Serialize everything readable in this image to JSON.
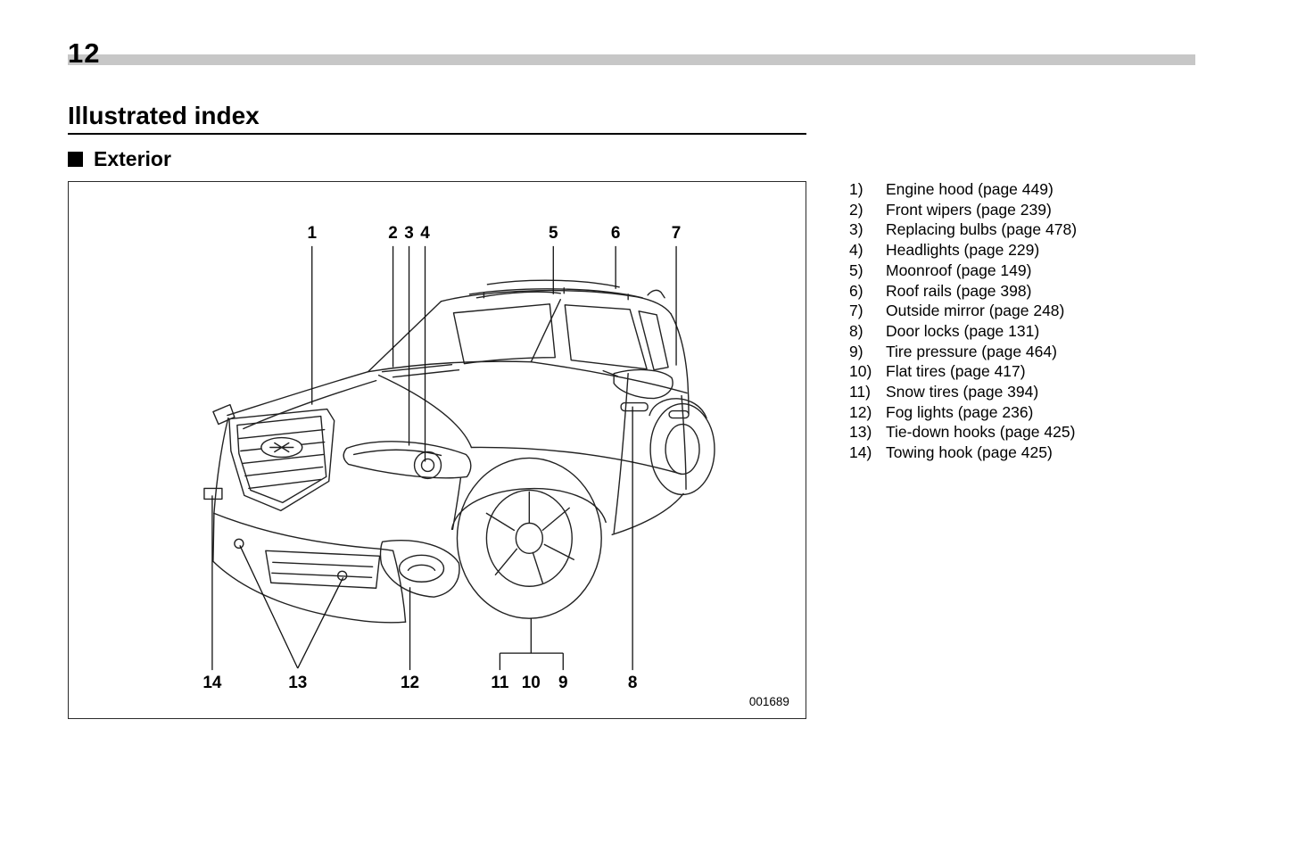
{
  "page": {
    "number": "12"
  },
  "headings": {
    "title": "Illustrated index",
    "section": "Exterior"
  },
  "figure": {
    "code": "001689",
    "callouts_top": [
      "1",
      "2",
      "3",
      "4",
      "5",
      "6",
      "7"
    ],
    "callouts_bottom": [
      "14",
      "13",
      "12",
      "11",
      "10",
      "9",
      "8"
    ]
  },
  "index": {
    "items": [
      {
        "num": "1)",
        "label": "Engine hood (page 449)"
      },
      {
        "num": "2)",
        "label": "Front wipers (page 239)"
      },
      {
        "num": "3)",
        "label": "Replacing bulbs (page 478)"
      },
      {
        "num": "4)",
        "label": "Headlights (page 229)"
      },
      {
        "num": "5)",
        "label": "Moonroof (page 149)"
      },
      {
        "num": "6)",
        "label": "Roof rails (page 398)"
      },
      {
        "num": "7)",
        "label": "Outside mirror (page 248)"
      },
      {
        "num": "8)",
        "label": "Door locks (page 131)"
      },
      {
        "num": "9)",
        "label": "Tire pressure (page 464)"
      },
      {
        "num": "10)",
        "label": "Flat tires (page 417)"
      },
      {
        "num": "11)",
        "label": "Snow tires (page 394)"
      },
      {
        "num": "12)",
        "label": "Fog lights (page 236)"
      },
      {
        "num": "13)",
        "label": "Tie-down hooks (page 425)"
      },
      {
        "num": "14)",
        "label": "Towing hook (page 425)"
      }
    ]
  }
}
